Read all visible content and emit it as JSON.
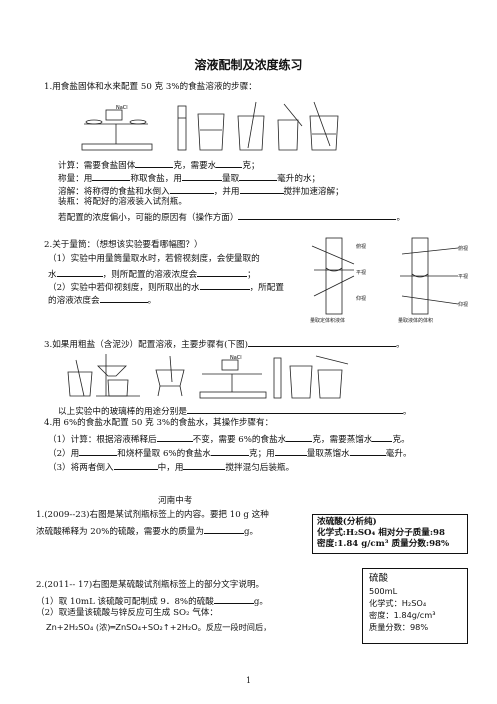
{
  "title": "溶液配制及浓度练习",
  "q1": {
    "stem": "1.用食盐固体和水来配置 50 克 3%的食盐溶液的步骤：",
    "figure_label": "NaCl",
    "calc_a": "计算：需要食盐固体",
    "calc_b": "克，需要水",
    "calc_c": "克；",
    "weigh_a": "称量：用",
    "weigh_b": "称取食盐，用",
    "weigh_c": "量取",
    "weigh_d": "毫升的水；",
    "dissolve_a": "溶解：将称得的食盐和水倒入",
    "dissolve_b": "，并用",
    "dissolve_c": "搅拌加速溶解；",
    "bottle": "装瓶：将配好的溶液装入试剂瓶。",
    "low_a": "若配置的浓度偏小，可能的原因有（操作方面）",
    "low_b": "。"
  },
  "q2": {
    "stem": "2.关于量筒：（想想该实验要看哪幅图？）",
    "l1": "（1）实验中用量筒量取水时，若俯视刻度，会使量取的",
    "l2a": "水",
    "l2b": "，则所配置的溶液浓度会",
    "l2c": "；",
    "l3a": "（2）实验中若仰视刻度，则所取出的水",
    "l3b": "，所配置",
    "l4a": "的溶液浓度会",
    "l4b": "。",
    "fig_left": {
      "top": "俯视",
      "mid": "平视",
      "bottom": "仰视",
      "caption": "量取定体积液体"
    },
    "fig_right": {
      "top": "俯视",
      "mid": "平视",
      "bottom": "仰视",
      "caption": "量取液体的体积"
    }
  },
  "q3": {
    "stem_a": "3.如果用粗盐（含泥沙）配置溶液，主要步骤有(下图)",
    "stem_b": "。",
    "figure_label": "NaCl",
    "use_a": "以上实验中的玻璃棒的用途分别是",
    "use_b": "。"
  },
  "q4": {
    "stem": "4.用 6%的食盐水配置 50 克 3%的食盐水，其操作步骤有：",
    "l1a": "（1）计算：根据溶液稀释后",
    "l1b": "不变，需要 6%的食盐水",
    "l1c": "克，需要蒸馏水",
    "l1d": "克。",
    "l2a": "（2）用",
    "l2b": "和烧杯量取 6%的食盐水",
    "l2c": "克；用",
    "l2d": "量取蒸馏水",
    "l2e": "毫升。",
    "l3a": "（3）将两者倒入",
    "l3b": "中，用",
    "l3c": "搅拌混匀后装瓶。"
  },
  "henan": {
    "heading": "河南中考",
    "p1_a": "1.(2009--23)右图是某试剂瓶标签上的内容。要把 10 g 这种",
    "p1_b": "浓硫酸稀释为 20%的硫酸，需要水的质量为",
    "p1_c": "g。",
    "label1": {
      "l1": "浓硫酸(分析纯)",
      "l2a": "化学式:H₂SO₄",
      "l2b": "相对分子质量:98",
      "l3a": "密度:1.84 g/cm³",
      "l3b": "质量分数:98%"
    },
    "p2_a": "2.(2011-- 17)右图是某硫酸试剂瓶标签上的部分文字说明。",
    "p2_b": "（1）取 10mL 该硫酸可配制成 9．8%的硫酸",
    "p2_c": "g。",
    "p2_d": "（2）取适量该硫酸与锌反应可生成 SO₂ 气体：",
    "p2_e": "Zn+2H₂SO₄ (浓)═ZnSO₄+SO₂↑+2H₂O。反应一段时间后，",
    "label2": {
      "l1": "硫酸",
      "l2": "500mL",
      "l3": "化学式：H₂SO₄",
      "l4": "密度：1.84g/cm³",
      "l5": "质量分数：98%"
    }
  },
  "page_number": "1"
}
